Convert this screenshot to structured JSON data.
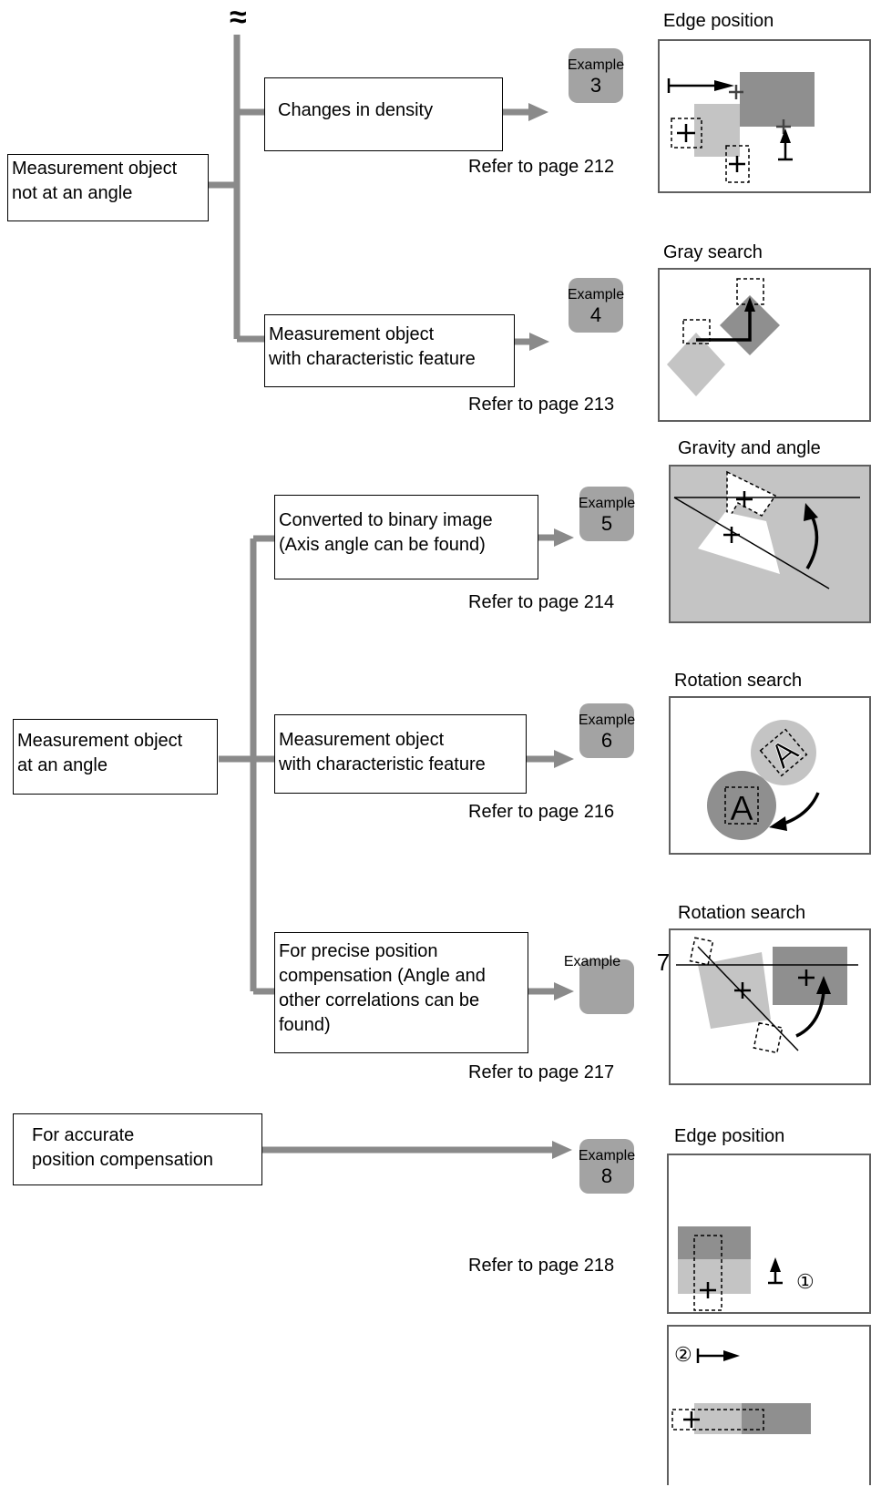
{
  "break_mark": "≈",
  "sections": {
    "not_angle": {
      "label_lines": [
        "Measurement object",
        "not at an angle"
      ],
      "branches": [
        {
          "label_lines": [
            "Changes in density"
          ],
          "example_text": "Example",
          "example_num": "3",
          "ref": "Refer to page 212",
          "caption": "Edge position"
        },
        {
          "label_lines": [
            "Measurement object",
            "with characteristic feature"
          ],
          "example_text": "Example",
          "example_num": "4",
          "ref": "Refer to page 213",
          "caption": "Gray search"
        }
      ]
    },
    "angle": {
      "label_lines": [
        "Measurement object",
        "at an angle"
      ],
      "branches": [
        {
          "label_lines": [
            "Converted to binary image",
            "(Axis angle can be found)"
          ],
          "example_text": "Example",
          "example_num": "5",
          "ref": "Refer to page 214",
          "caption": "Gravity and angle"
        },
        {
          "label_lines": [
            "Measurement object",
            "with characteristic feature"
          ],
          "example_text": "Example",
          "example_num": "6",
          "ref": "Refer to page 216",
          "caption": "Rotation search",
          "glyph": "A"
        },
        {
          "label_lines": [
            "For precise position",
            "compensation (Angle and",
            "other correlations can be",
            "found)"
          ],
          "example_text": "Example",
          "example_num": "7",
          "ref": "Refer to page 217",
          "caption": "Rotation search"
        }
      ]
    },
    "accurate": {
      "label_lines": [
        "For accurate",
        "position compensation"
      ],
      "branches": [
        {
          "example_text": "Example",
          "example_num": "8",
          "ref": "Refer to page 218",
          "caption": "Edge position",
          "marker_1": "①",
          "marker_2": "②"
        }
      ]
    }
  },
  "colors": {
    "connector": "#8a8a8a",
    "badge": "#a3a3a3",
    "dark_fill": "#8f8f8f",
    "light_fill": "#c4c4c4"
  }
}
